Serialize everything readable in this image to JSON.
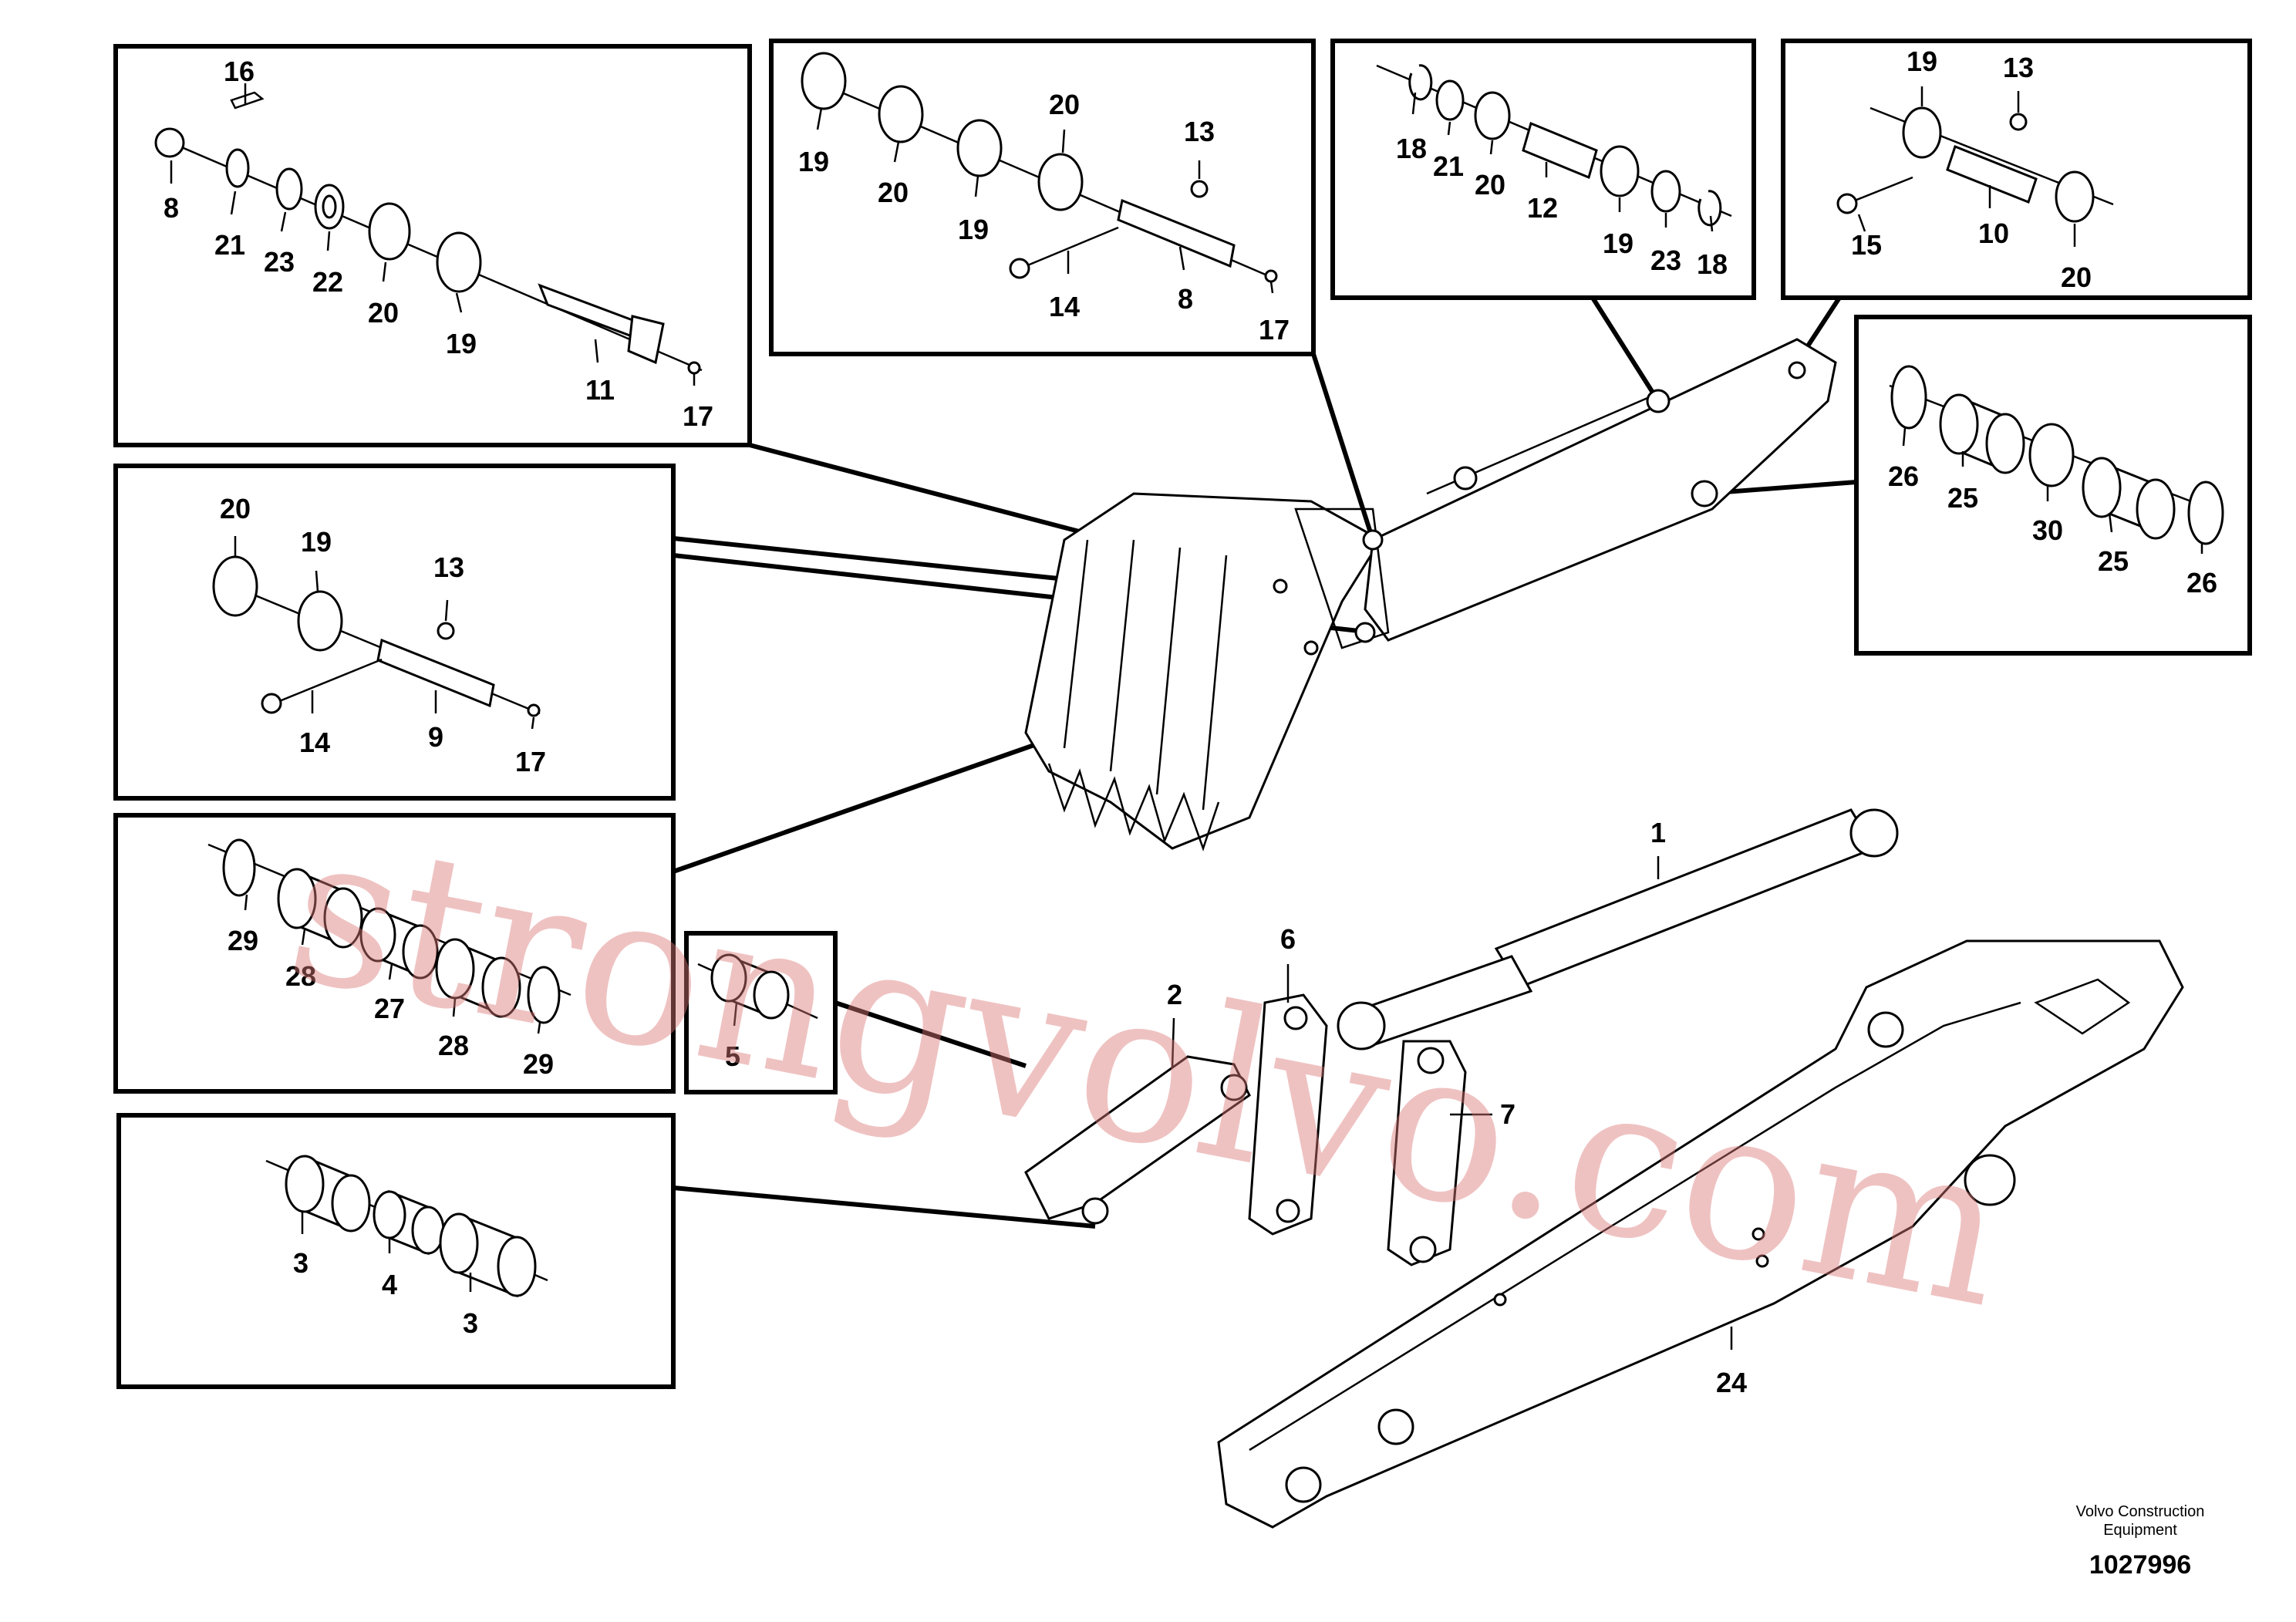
{
  "footer": {
    "brand_line1": "Volvo Construction",
    "brand_line2": "Equipment",
    "drawing_number": "1027996"
  },
  "watermark": "strongvolvo.com",
  "callouts": {
    "box1": [
      "16",
      "8",
      "21",
      "23",
      "22",
      "20",
      "19",
      "11",
      "17"
    ],
    "box2": [
      "19",
      "20",
      "19",
      "20",
      "13",
      "14",
      "8",
      "17"
    ],
    "box3": [
      "18",
      "21",
      "20",
      "12",
      "19",
      "23",
      "18"
    ],
    "box4": [
      "19",
      "13",
      "15",
      "10",
      "20"
    ],
    "box5": [
      "26",
      "25",
      "30",
      "25",
      "26"
    ],
    "box6": [
      "20",
      "19",
      "13",
      "14",
      "9",
      "17"
    ],
    "box7": [
      "29",
      "28",
      "27",
      "28",
      "29"
    ],
    "box8": [
      "5"
    ],
    "box9": [
      "3",
      "4",
      "3"
    ],
    "main": [
      "1",
      "2",
      "6",
      "7",
      "24"
    ]
  }
}
